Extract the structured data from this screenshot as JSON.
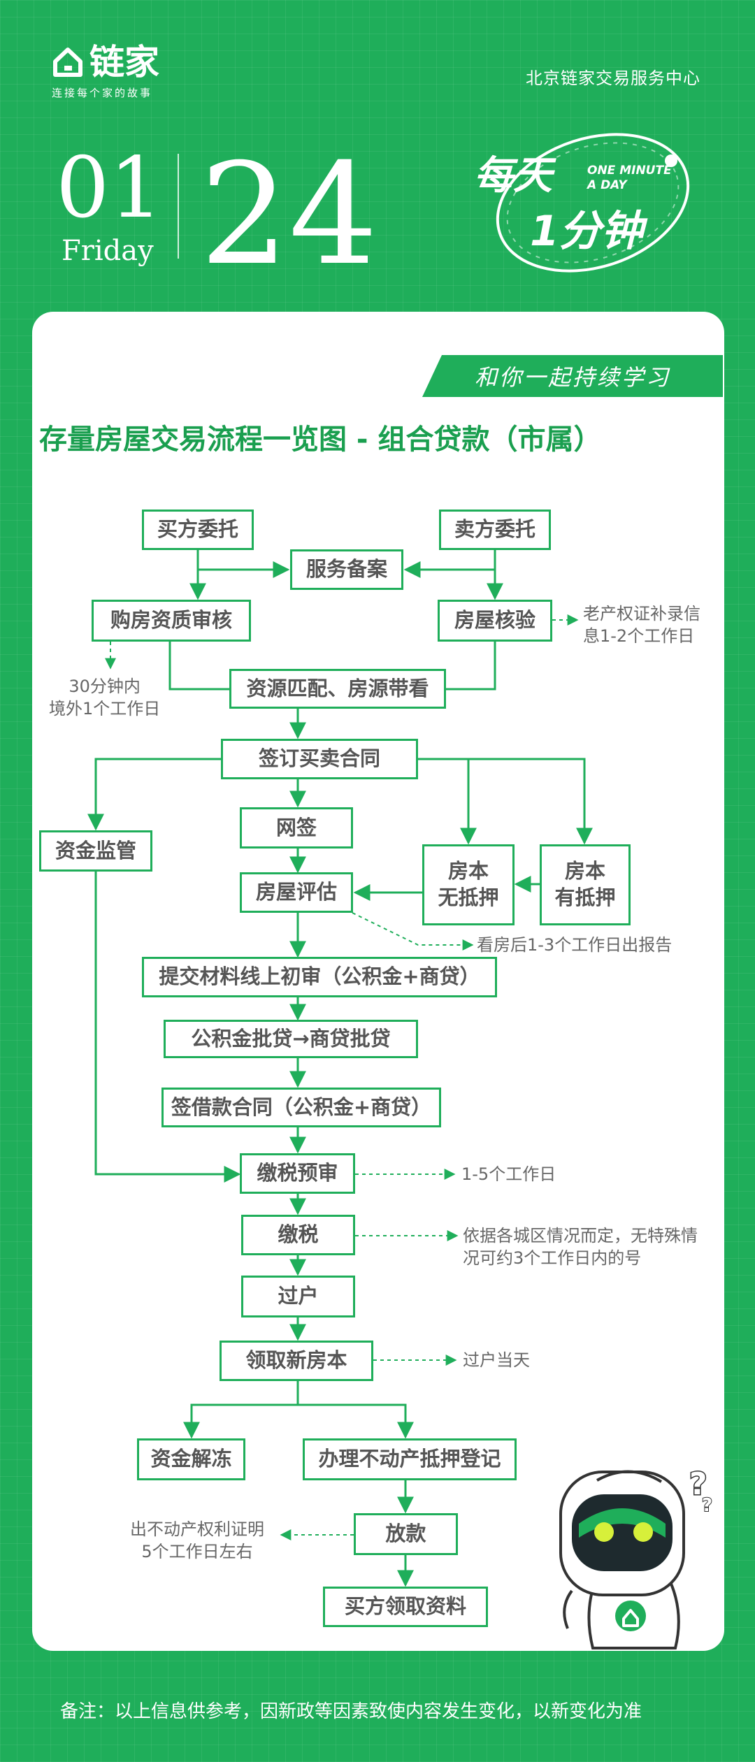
{
  "brand": {
    "logo_text": "链家",
    "slogan": "连接每个家的故事",
    "center_name": "北京链家交易服务中心"
  },
  "date": {
    "month": "01",
    "weekday": "Friday",
    "day": "24"
  },
  "badge": {
    "line1": "每天",
    "english1": "ONE MINUTE",
    "english2": "A DAY",
    "line2": "1分钟"
  },
  "ribbon_text": "和你一起持续学习",
  "title": "存量房屋交易流程一览图 - 组合贷款（市属）",
  "nodes": {
    "buyer_entrust": "买方委托",
    "seller_entrust": "卖方委托",
    "service_filing": "服务备案",
    "qualification_check": "购房资质审核",
    "house_verify": "房屋核验",
    "matching_viewing": "资源匹配、房源带看",
    "sign_contract": "签订买卖合同",
    "fund_supervision": "资金监管",
    "online_sign": "网签",
    "house_appraisal": "房屋评估",
    "deed_no_mortgage": "房本\n无抵押",
    "deed_with_mortgage": "房本\n有抵押",
    "submit_materials": "提交材料线上初审（公积金+商贷）",
    "loan_approval": "公积金批贷→商贷批贷",
    "loan_contract": "签借款合同（公积金+商贷）",
    "tax_precheck": "缴税预审",
    "pay_tax": "缴税",
    "transfer": "过户",
    "new_deed": "领取新房本",
    "fund_release": "资金解冻",
    "mortgage_registration": "办理不动产抵押登记",
    "loan_disbursement": "放款",
    "buyer_receive": "买方领取资料"
  },
  "notes": {
    "old_deed": "老产权证补录信\n息1-2个工作日",
    "qualification_time": "30分钟内\n境外1个工作日",
    "appraisal_report": "看房后1-3个工作日出报告",
    "tax_precheck_time": "1-5个工作日",
    "tax_time": "依据各城区情况而定，无特殊情\n况可约3个工作日内的号",
    "transfer_day": "过户当天",
    "certificate_time": "出不动产权利证明\n5个工作日左右"
  },
  "footer": "备注：以上信息供参考，因新政等因素致使内容发生变化，以新变化为准",
  "colors": {
    "brand_green": "#1fae5a",
    "title_green": "#1a9f4f",
    "node_text": "#555555",
    "note_text": "#666666",
    "mascot_face": "#1e2a2e",
    "mascot_eye": "#d7f03a"
  },
  "icons": [
    "house-logo-icon",
    "question-marks-icon",
    "robot-mascot"
  ]
}
